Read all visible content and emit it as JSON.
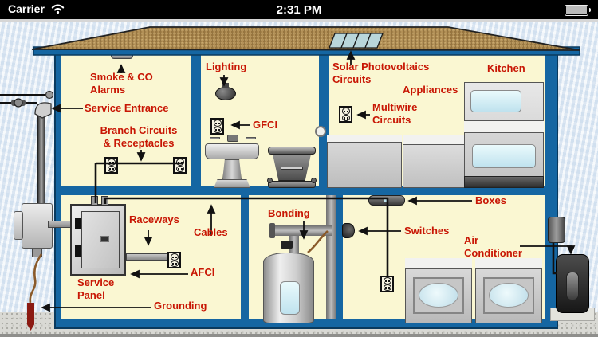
{
  "status_bar": {
    "carrier": "Carrier",
    "time": "2:31 PM"
  },
  "colors": {
    "label_red": "#C81604",
    "wall_blue": "#1566A2",
    "room_cream": "#FAF7D2",
    "roof_brown": "#B29057"
  },
  "labels": {
    "smoke_alarms": {
      "line1": "Smoke & CO",
      "line2": "Alarms"
    },
    "service_entrance": "Service Entrance",
    "branch_circuits": {
      "line1": "Branch Circuits",
      "line2": "& Receptacles"
    },
    "lighting": "Lighting",
    "gfci": "GFCI",
    "solar": {
      "line1": "Solar Photovoltaics",
      "line2": "Circuits"
    },
    "kitchen": "Kitchen",
    "appliances": "Appliances",
    "multiwire": {
      "line1": "Multiwire",
      "line2": "Circuits"
    },
    "boxes": "Boxes",
    "raceways": "Raceways",
    "cables": "Cables",
    "bonding": "Bonding",
    "switches": "Switches",
    "air_conditioner": {
      "line1": "Air",
      "line2": "Conditioner"
    },
    "afci": "AFCI",
    "service_panel": {
      "line1": "Service",
      "line2": "Panel"
    },
    "grounding": "Grounding"
  }
}
